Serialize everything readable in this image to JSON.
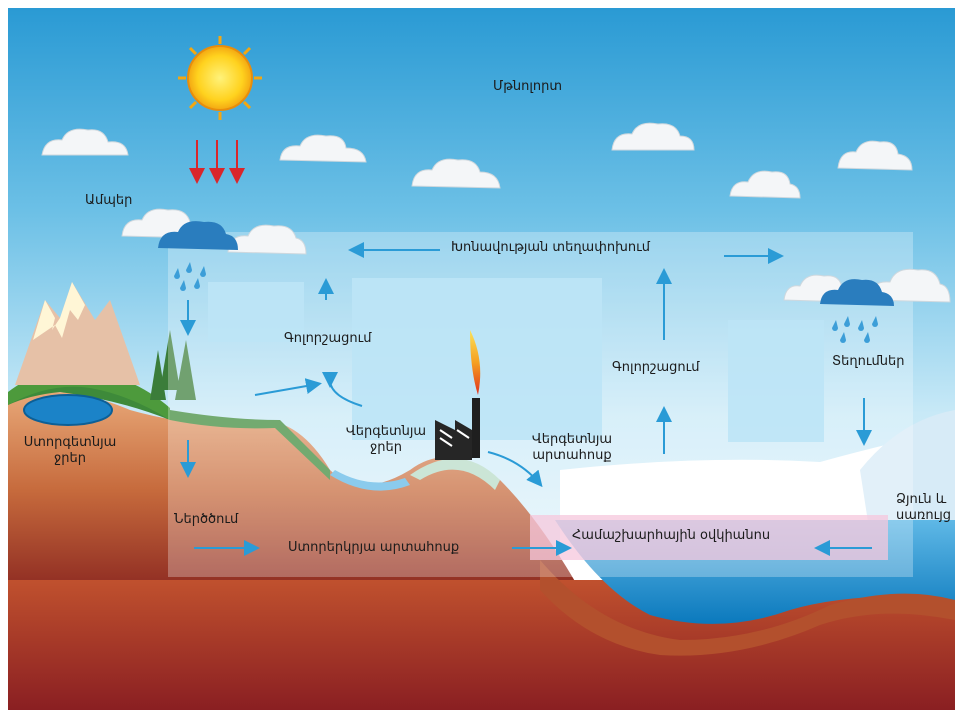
{
  "labels": {
    "atmosphere": "Մթնոլորտ",
    "clouds": "Ամպեր",
    "moisture_transport": "Խոնավության տեղափոխում",
    "evaporation_left": "Գոլորշացում",
    "evaporation_right": "Գոլորշացում",
    "precipitation": "Տեղումներ",
    "groundwater_line1": "Ստորգետնյա",
    "groundwater_line2": "ջրեր",
    "reuse_water_line1": "Վերգետնյա",
    "reuse_water_line2": "ջրեր",
    "reuse_runoff_line1": "Վերգետնյա",
    "reuse_runoff_line2": "արտահոսք",
    "infiltration": "Ներծծում",
    "subsurface_runoff": "Ստորերկրյա արտահոսք",
    "world_ocean": "Համաշխարհային օվկիանոս",
    "snow_ice_line1": "Ձյուն և",
    "snow_ice_line2": "սառույց"
  },
  "colors": {
    "sky_top": "#2f9fd8",
    "sky_bottom": "#d9f0fa",
    "arrow": "#2a9bd6",
    "sun_arrow": "#d9262b",
    "soil": "#c9744a",
    "ocean": "#1d90cf"
  },
  "icons": [
    "sun-icon",
    "cloud-icon",
    "rain-cloud-icon",
    "factory-icon",
    "mountain-icon",
    "tree-icon"
  ]
}
